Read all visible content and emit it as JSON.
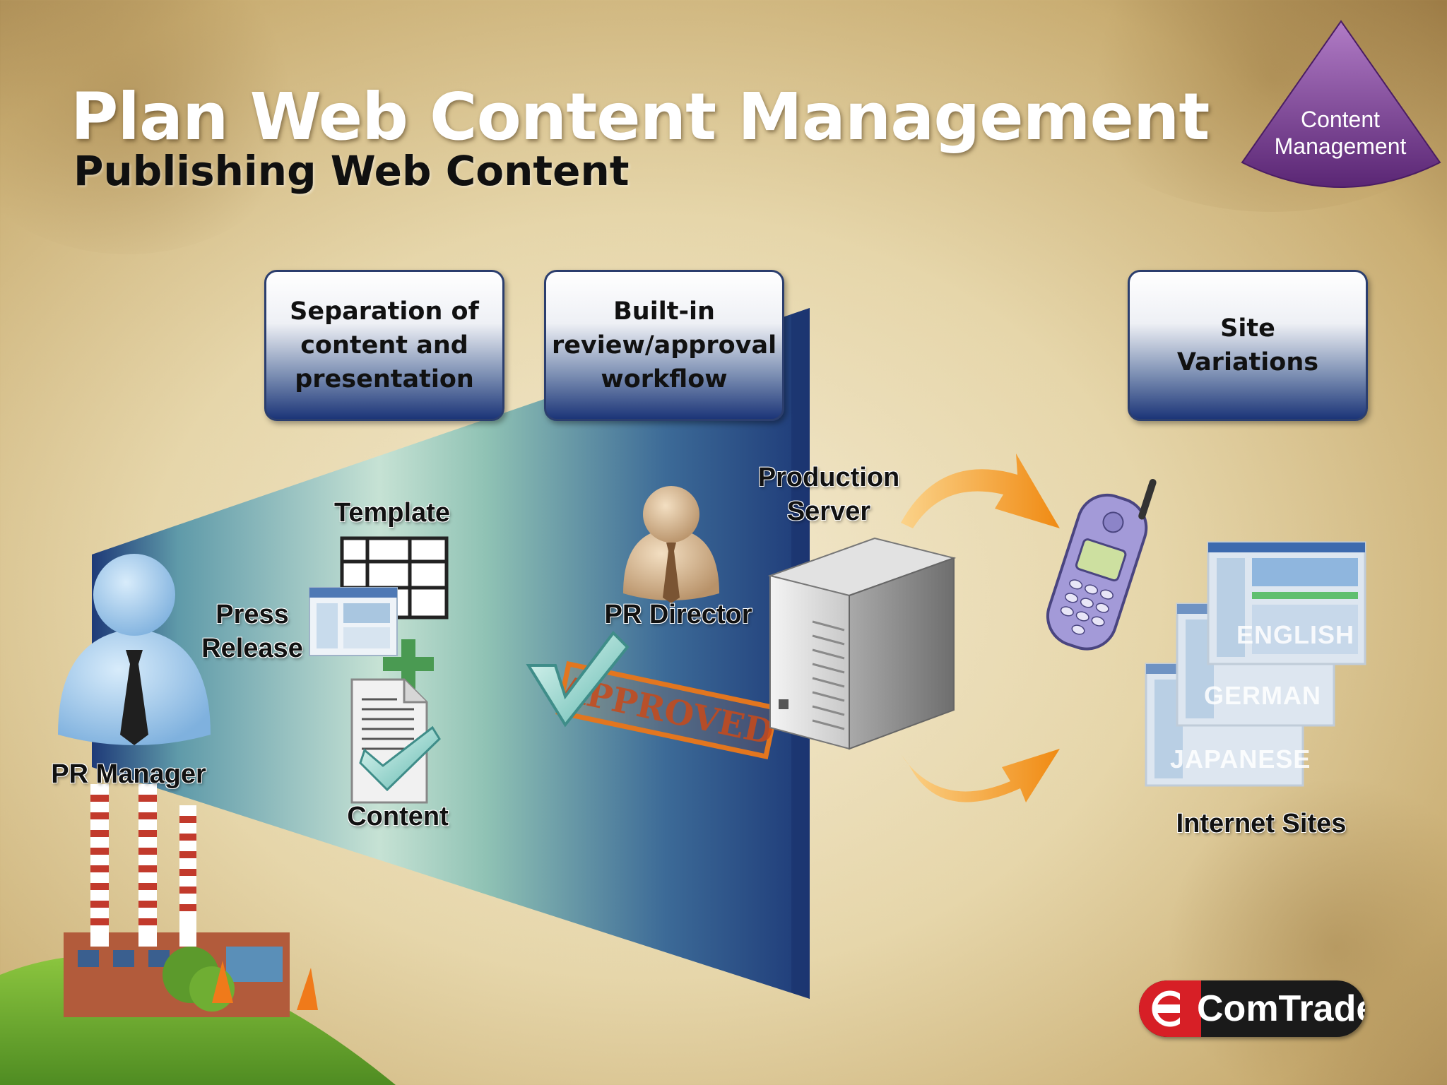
{
  "slide": {
    "title": "Plan Web Content Management",
    "subtitle": "Publishing Web Content"
  },
  "badge": {
    "label": "Content\nManagement",
    "color": "#7a3f8e"
  },
  "features": [
    {
      "label": "Separation of\ncontent and\npresentation"
    },
    {
      "label": "Built-in\nreview/approval\nworkflow"
    },
    {
      "label": "Site\nVariations"
    }
  ],
  "nodes": {
    "pr_manager": "PR Manager",
    "template": "Template",
    "press_release": "Press\nRelease",
    "content": "Content",
    "pr_director": "PR  Director",
    "production_server": "Production\nServer",
    "internet_sites": "Internet Sites"
  },
  "stamp": {
    "text": "APPROVED"
  },
  "site_variations": [
    "ENGLISH",
    "GERMAN",
    "JAPANESE"
  ],
  "logo": {
    "text": "ComTrade",
    "brand_color": "#d71f26"
  },
  "colors": {
    "funnel_start": "#8cc9b0",
    "funnel_end": "#1e3a78",
    "arrow": "#f59a23"
  }
}
